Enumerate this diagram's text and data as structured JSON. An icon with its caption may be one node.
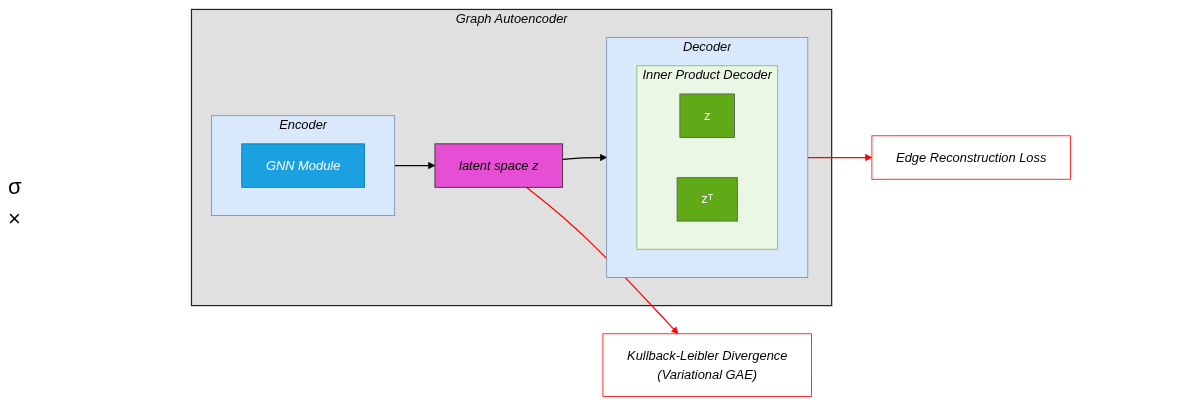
{
  "diagram": {
    "nodes": [
      {
        "text": [
          "Graph Autoencoder"
        ]
      },
      {
        "text": [
          "Encoder"
        ],
        "in": 0
      },
      {
        "text": [
          "GNN Module"
        ],
        "in": 1
      },
      {
        "text": [
          "latent space z"
        ],
        "in": 0
      },
      {
        "text": [
          "Decoder"
        ],
        "in": 0
      },
      {
        "text": [
          "Inner Product Decoder"
        ],
        "in": 4
      },
      {
        "text": [
          "z"
        ],
        "in": 5
      },
      {
        "text": [
          "zᵀ"
        ],
        "in": 5
      },
      {
        "text": [
          "Edge Reconstruction Loss"
        ]
      },
      {
        "text": [
          "Kullback-Leibler Divergence",
          "(Variational GAE)"
        ]
      }
    ],
    "edges": [
      {
        "from": 1,
        "to": 3,
        "arrow": "to"
      },
      {
        "from": 3,
        "to": 4,
        "arrow": "to"
      },
      {
        "from": 4,
        "to": 8,
        "arrow": "to",
        "color": "#ff0000"
      },
      {
        "from": 3,
        "to": 9,
        "arrow": "to",
        "color": "#ff0000"
      }
    ],
    "labels": [
      "σ",
      "×"
    ]
  }
}
